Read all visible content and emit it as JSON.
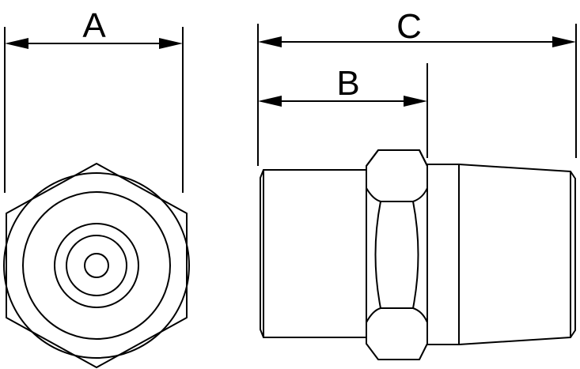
{
  "dimensions": {
    "a": {
      "label": "A"
    },
    "b": {
      "label": "B"
    },
    "c": {
      "label": "C"
    }
  },
  "colors": {
    "line": "#000000",
    "background": "#ffffff"
  }
}
